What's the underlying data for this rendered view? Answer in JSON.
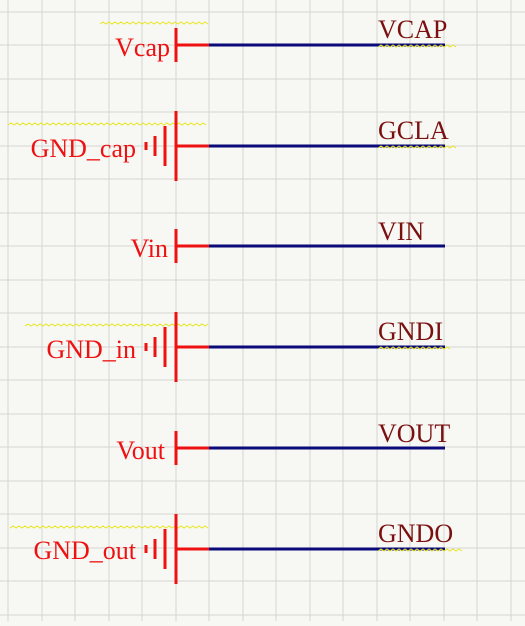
{
  "colors": {
    "background": "#f7f7f3",
    "grid": "#d4d4d0",
    "port": "#ee1111",
    "wire": "#0a0a7a",
    "net_label": "#7a1010",
    "squiggle": "#e6e622"
  },
  "ports": [
    {
      "label": "Vcap",
      "symbol": "power",
      "net": "VCAP"
    },
    {
      "label": "GND_cap",
      "symbol": "ground",
      "net": "GCLA"
    },
    {
      "label": "Vin",
      "symbol": "power",
      "net": "VIN"
    },
    {
      "label": "GND_in",
      "symbol": "ground",
      "net": "GNDI"
    },
    {
      "label": "Vout",
      "symbol": "power",
      "net": "VOUT"
    },
    {
      "label": "GND_out",
      "symbol": "ground",
      "net": "GNDO"
    }
  ]
}
